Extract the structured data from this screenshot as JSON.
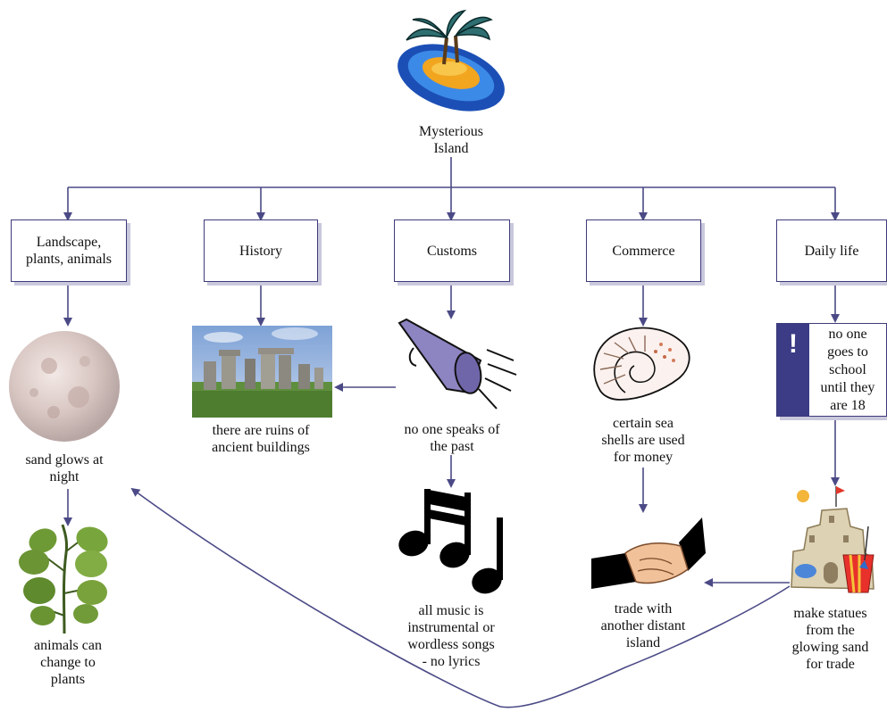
{
  "colors": {
    "connector": "#4b4a86",
    "box_border": "#3d3b7a",
    "box_shadow": "#c9c8dc"
  },
  "root": {
    "label_line1": "Mysterious",
    "label_line2": "Island",
    "icon": "island-icon"
  },
  "categories": [
    {
      "label": "Landscape,\nplants, animals"
    },
    {
      "label": "History"
    },
    {
      "label": "Customs"
    },
    {
      "label": "Commerce"
    },
    {
      "label": "Daily life"
    }
  ],
  "notes": {
    "sand_glows": "sand glows at\nnight",
    "animals_change": "animals can\nchange to\nplants",
    "ruins": "there are ruins of\nancient buildings",
    "no_past": "no one speaks of\nthe past",
    "music": "all music is\ninstrumental or\nwordless songs\n- no lyrics",
    "shells": "certain sea\nshells are used\nfor money",
    "trade": "trade with\nanother distant\nisland",
    "school": "no one\ngoes to\nschool\nuntil they\nare 18",
    "school_mark": "!",
    "statues": "make statues\nfrom the\nglowing sand\nfor trade"
  },
  "icons": [
    "moon-icon",
    "plant-icon",
    "stonehenge-icon",
    "megaphone-icon",
    "music-notes-icon",
    "nautilus-shell-icon",
    "handshake-icon",
    "sandcastle-icon",
    "exclamation-icon"
  ]
}
